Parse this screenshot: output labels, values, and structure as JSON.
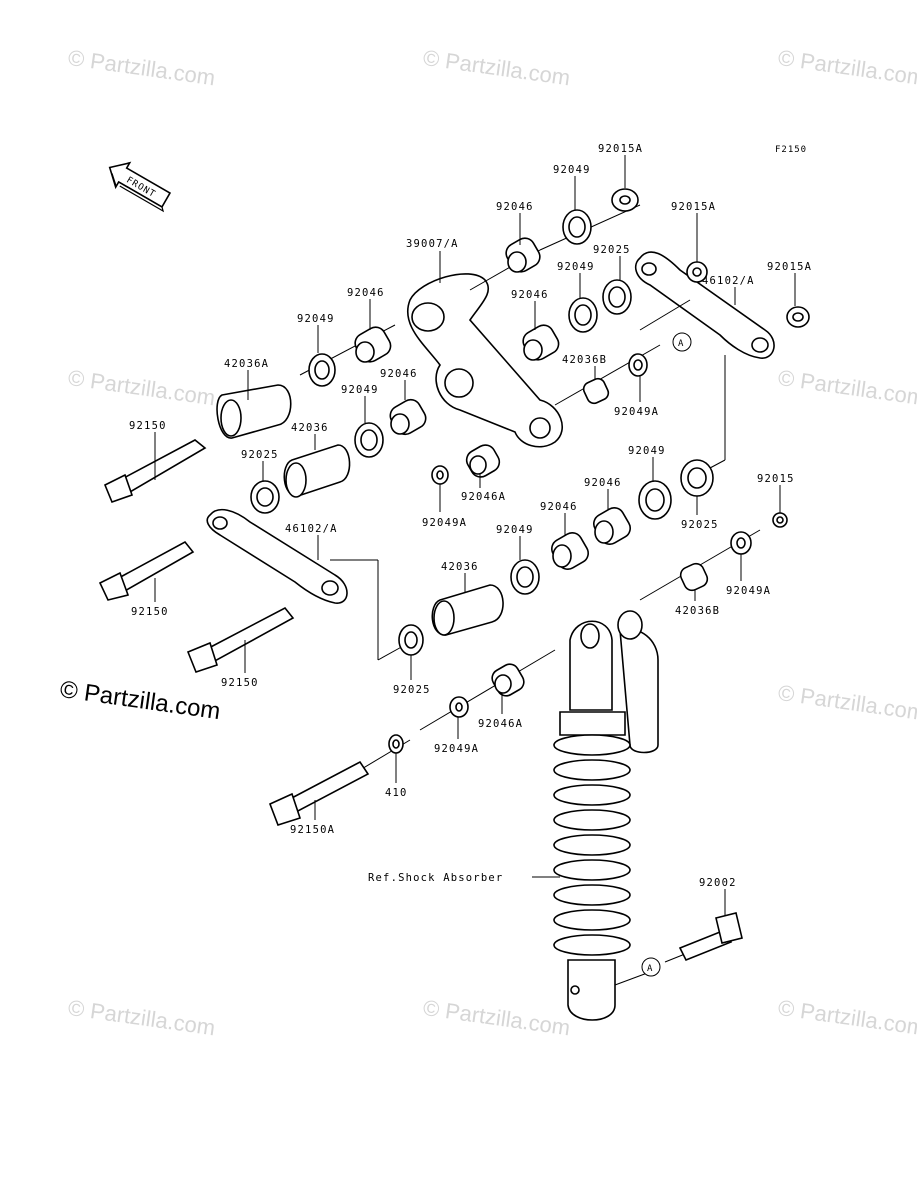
{
  "watermark": "© Partzilla.com",
  "copyright": "© Partzilla.com",
  "figure_code": "F2150",
  "front_label": "FRONT",
  "ref_marker": "A",
  "labels": {
    "l_92015A_1": "92015A",
    "l_92049_1": "92049",
    "l_92046_1": "92046",
    "l_39007A": "39007/A",
    "l_92015A_2": "92015A",
    "l_92025_1": "92025",
    "l_92049_2": "92049",
    "l_46102A_1": "46102/A",
    "l_92015A_3": "92015A",
    "l_92046_2": "92046",
    "l_92046_3": "92046",
    "l_92049_3": "92049",
    "l_42036A": "42036A",
    "l_42036B_1": "42036B",
    "l_92049A_1": "92049A",
    "l_92049_4": "92049",
    "l_92046_4": "92046",
    "l_92150_1": "92150",
    "l_42036_1": "42036",
    "l_92025_2": "92025",
    "l_92049A_2": "92049A",
    "l_92046A_1": "92046A",
    "l_92049_5": "92049",
    "l_92015": "92015",
    "l_92046_5": "92046",
    "l_92046_6": "92046",
    "l_92025_3": "92025",
    "l_46102A_2": "46102/A",
    "l_92049_6": "92049",
    "l_42036_2": "42036",
    "l_92049A_3": "92049A",
    "l_42036B_2": "42036B",
    "l_92150_2": "92150",
    "l_92150_3": "92150",
    "l_92025_4": "92025",
    "l_92046A_2": "92046A",
    "l_92049A_4": "92049A",
    "l_410": "410",
    "l_92150A": "92150A",
    "l_ref_shock": "Ref.Shock Absorber",
    "l_92002": "92002"
  }
}
